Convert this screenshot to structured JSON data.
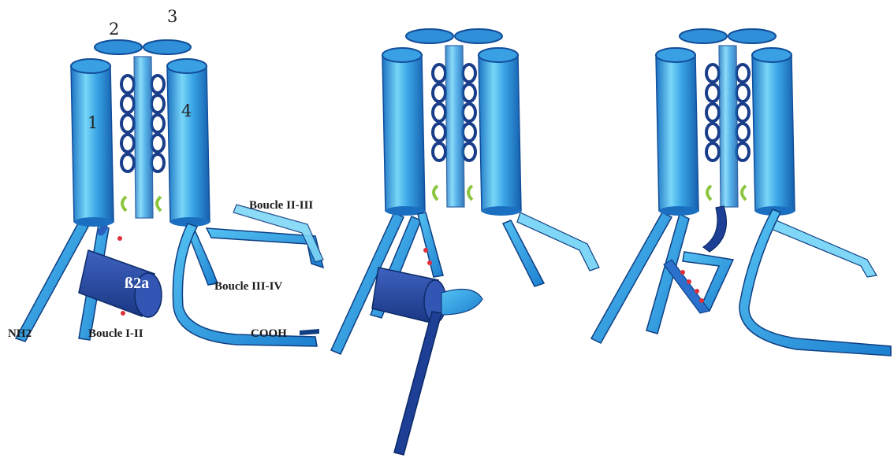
{
  "labels": {
    "helix_1": "1",
    "helix_2": "2",
    "helix_3": "3",
    "helix_4": "4",
    "loop_2_3": "Boucle II-III",
    "loop_3_4": "Boucle III-IV",
    "loop_1_2": "Boucle I-II",
    "beta_subunit": "ß2a",
    "n_terminus": "NH2",
    "c_terminus": "COOH"
  },
  "colors": {
    "helix_light": "#6fd0f6",
    "helix_mid": "#2e9ce0",
    "helix_dark": "#1669b8",
    "ribbon": "#2a95dc",
    "ribbon_dark": "#0f3f82",
    "beta_cylinder": "#26469c",
    "pore_ring": "#1a3d8a",
    "selectivity_green": "#8cc63f",
    "mark_red": "#e0303a"
  },
  "panels": [
    {
      "state": "with-beta-cylinder"
    },
    {
      "state": "beta-cylinder-shifted"
    },
    {
      "state": "without-beta-cylinder"
    }
  ]
}
